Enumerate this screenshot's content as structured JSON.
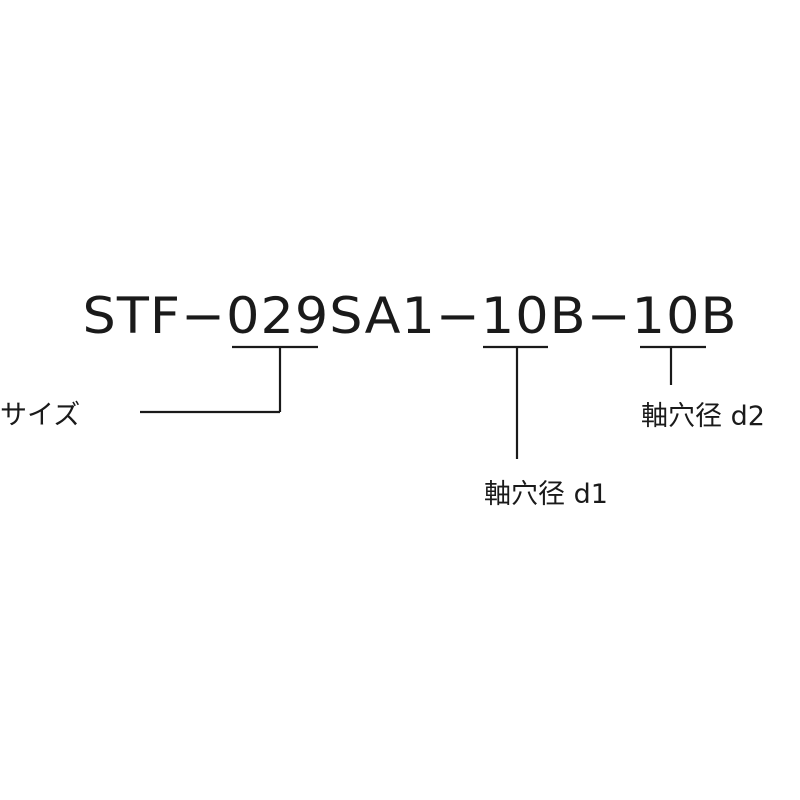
{
  "part_number": "STF−029SA1−10B−10B",
  "callouts": {
    "size": "サイズ",
    "bore_d1": "軸穴径 d1",
    "bore_d2": "軸穴径 d2"
  }
}
